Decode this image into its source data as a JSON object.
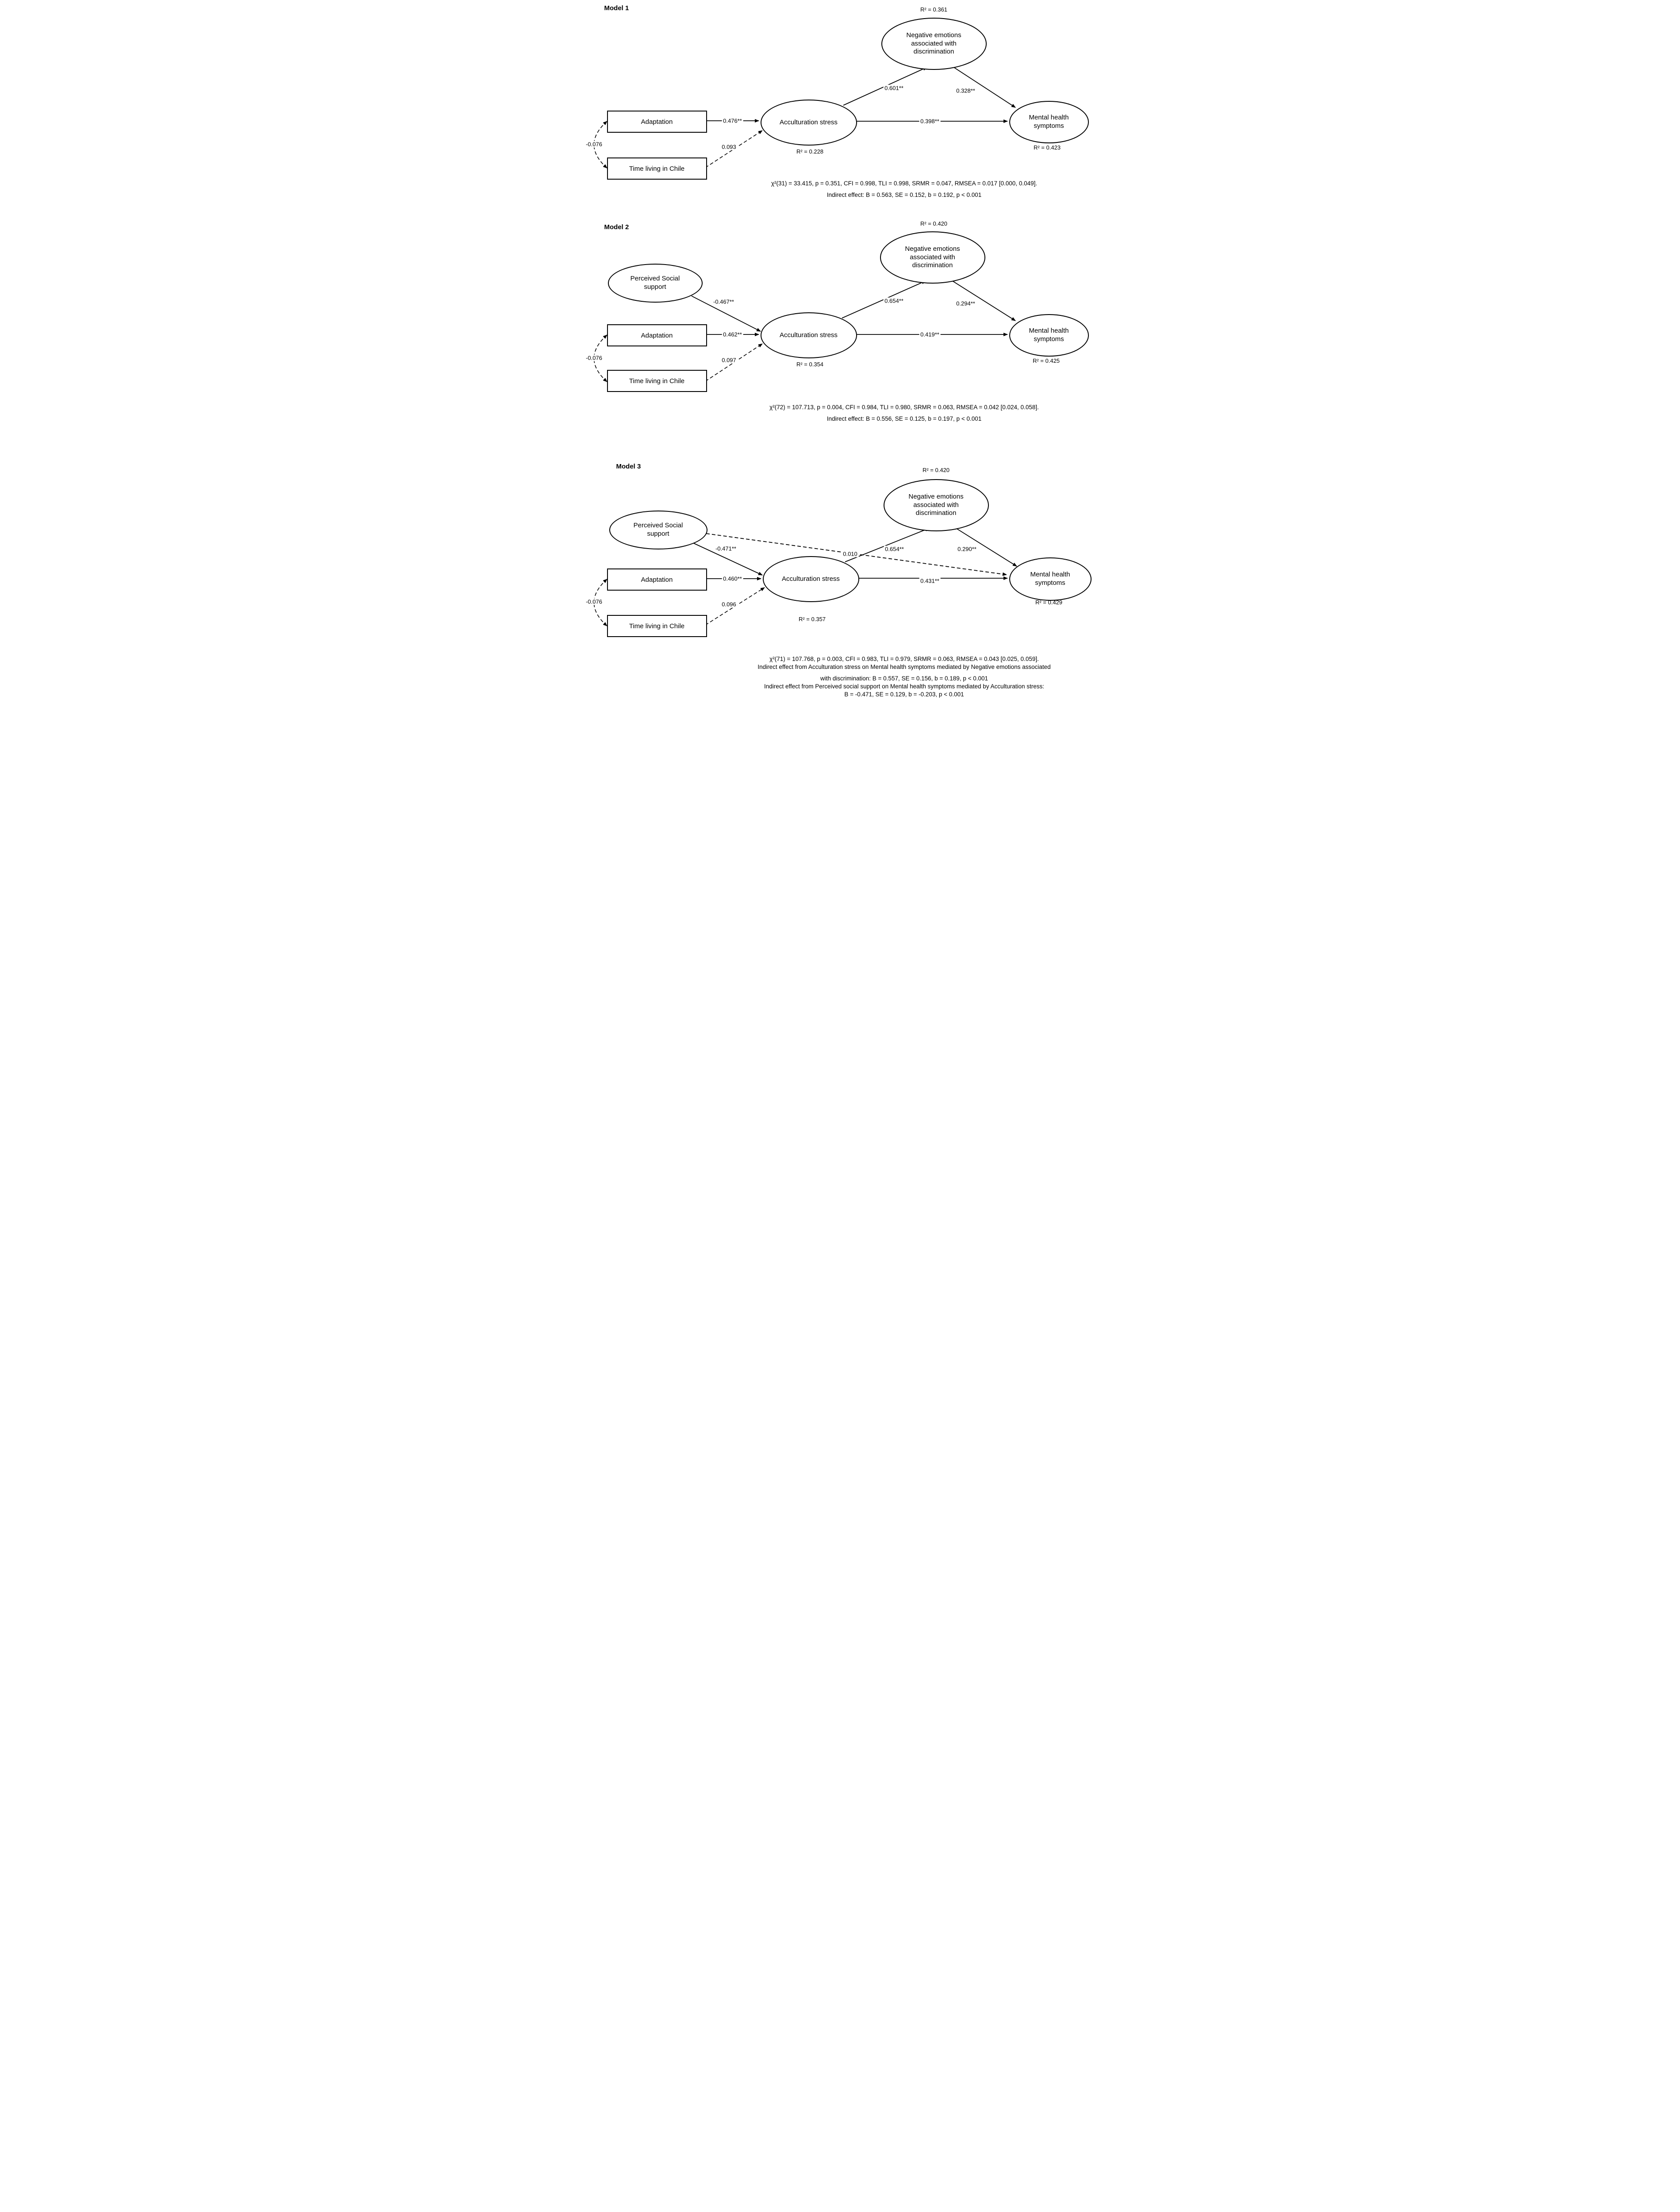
{
  "m1": {
    "title": "Model 1",
    "adaptation": "Adaptation",
    "time_chile": "Time living in Chile",
    "acculturation": "Acculturation stress",
    "negative_emotions": "Negative emotions associated with discrimination",
    "mental_health": "Mental health symptoms",
    "r2_negative": "R² = 0.361",
    "r2_acculturation": "R² = 0.228",
    "r2_mental": "R² = 0.423",
    "path_adaptation_acc": "0.476**",
    "path_time_acc": "0.093",
    "corr_adaptation_time": "-0.076",
    "path_acc_negative": "0.601**",
    "path_negative_mental": "0.328**",
    "path_acc_mental": "0.398**",
    "fit": "χ²(31) = 33.415, p = 0.351, CFI = 0.998, TLI = 0.998, SRMR = 0.047, RMSEA = 0.017 [0.000, 0.049].",
    "indirect": "Indirect effect: B = 0.563, SE = 0.152, b = 0.192, p < 0.001"
  },
  "m2": {
    "title": "Model 2",
    "social_support": "Perceived Social support",
    "adaptation": "Adaptation",
    "time_chile": "Time living in Chile",
    "acculturation": "Acculturation stress",
    "negative_emotions": "Negative emotions associated with discrimination",
    "mental_health": "Mental health symptoms",
    "r2_negative": "R² = 0.420",
    "r2_acculturation": "R² = 0.354",
    "r2_mental": "R² = 0.425",
    "path_pss_acc": "-0.467**",
    "path_adaptation_acc": "0.462**",
    "path_time_acc": "0.097",
    "corr_adaptation_time": "-0.076",
    "path_acc_negative": "0.654**",
    "path_negative_mental": "0.294**",
    "path_acc_mental": "0.419**",
    "fit": "χ²(72) = 107.713, p = 0.004, CFI = 0.984, TLI = 0.980, SRMR = 0.063, RMSEA = 0.042 [0.024, 0.058].",
    "indirect": "Indirect effect: B = 0.556, SE = 0.125, b = 0.197, p < 0.001"
  },
  "m3": {
    "title": "Model 3",
    "social_support": "Perceived Social support",
    "adaptation": "Adaptation",
    "time_chile": "Time living in Chile",
    "acculturation": "Acculturation stress",
    "negative_emotions": "Negative emotions associated with discrimination",
    "mental_health": "Mental health symptoms",
    "r2_negative": "R² = 0.420",
    "r2_acculturation": "R² = 0.357",
    "r2_mental": "R² = 0.429",
    "path_pss_acc": "-0.471**",
    "path_pss_mental": "0.010",
    "path_adaptation_acc": "0.460**",
    "path_time_acc": "0.096",
    "corr_adaptation_time": "-0.076",
    "path_acc_negative": "0.654**",
    "path_negative_mental": "0.290**",
    "path_acc_mental": "0.431**",
    "fit": "χ²(71) = 107.768, p = 0.003, CFI = 0.983, TLI = 0.979, SRMR = 0.063, RMSEA = 0.043 [0.025, 0.059].",
    "indirect1": "Indirect effect from Acculturation stress on Mental health symptoms mediated by Negative emotions associated",
    "indirect2": "with discrimination: B = 0.557, SE = 0.156, b = 0.189, p < 0.001",
    "indirect3": "Indirect effect from Perceived social support on Mental health symptoms mediated by Acculturation stress:",
    "indirect4": "B = -0.471, SE = 0.129, b = -0.203, p < 0.001"
  }
}
